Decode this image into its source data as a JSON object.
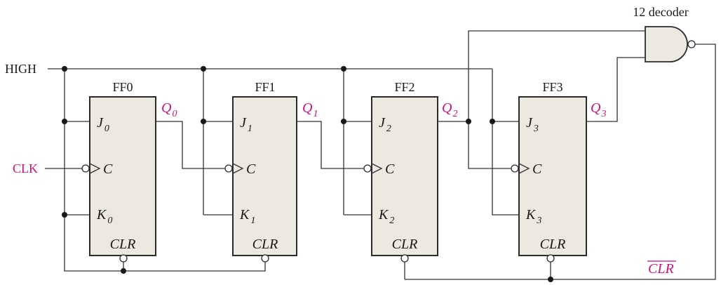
{
  "decoder_label": "12 decoder",
  "high_label": "HIGH",
  "clk_label": "CLK",
  "clr_bar_label": "CLR",
  "colors": {
    "accent": "#d0127a",
    "box_fill": "#ece9e1",
    "wire": "#333333"
  },
  "flip_flops": [
    {
      "name": "FF0",
      "j": "J",
      "k": "K",
      "c": "C",
      "clr": "CLR",
      "q": "Q",
      "idx": "0"
    },
    {
      "name": "FF1",
      "j": "J",
      "k": "K",
      "c": "C",
      "clr": "CLR",
      "q": "Q",
      "idx": "1"
    },
    {
      "name": "FF2",
      "j": "J",
      "k": "K",
      "c": "C",
      "clr": "CLR",
      "q": "Q",
      "idx": "2"
    },
    {
      "name": "FF3",
      "j": "J",
      "k": "K",
      "c": "C",
      "clr": "CLR",
      "q": "Q",
      "idx": "3"
    }
  ]
}
